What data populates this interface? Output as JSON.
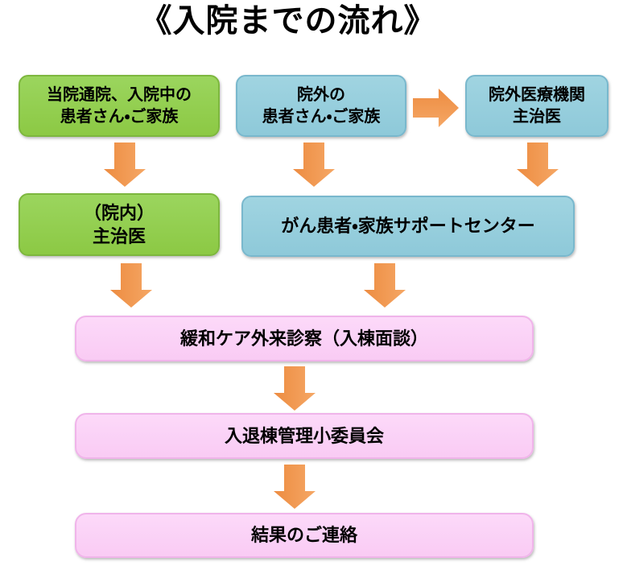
{
  "title": "《入院までの流れ》",
  "palette": {
    "box_green": "#92CE4D",
    "box_green_border": "#7DB73E",
    "box_blue": "#92CDDC",
    "box_blue_border": "#79B8CD",
    "box_pink": "#FACFF5",
    "box_pink_border": "#F0B4EA",
    "arrow_orange": "#F0924A",
    "text": "#000000",
    "background": "#FFFFFF"
  },
  "boxes": {
    "current_patients": {
      "line1": "当院通院、入院中の",
      "line2": "患者さん・ご家族"
    },
    "outside_patients": {
      "line1": "院外の",
      "line2": "患者さん・ご家族"
    },
    "outside_doctor": {
      "line1": "院外医療機関",
      "line2": "主治医"
    },
    "internal_doctor": {
      "line1": "（院内）",
      "line2": "主治医"
    },
    "support_center": {
      "label": "がん患者・家族サポートセンター"
    },
    "palliative_clinic": {
      "label": "緩和ケア外来診察（入棟面談）"
    },
    "committee": {
      "label": "入退棟管理小委員会"
    },
    "result": {
      "label": "結果のご連絡"
    }
  },
  "icons": {
    "down_arrow": "⬇",
    "right_arrow": "➡"
  }
}
